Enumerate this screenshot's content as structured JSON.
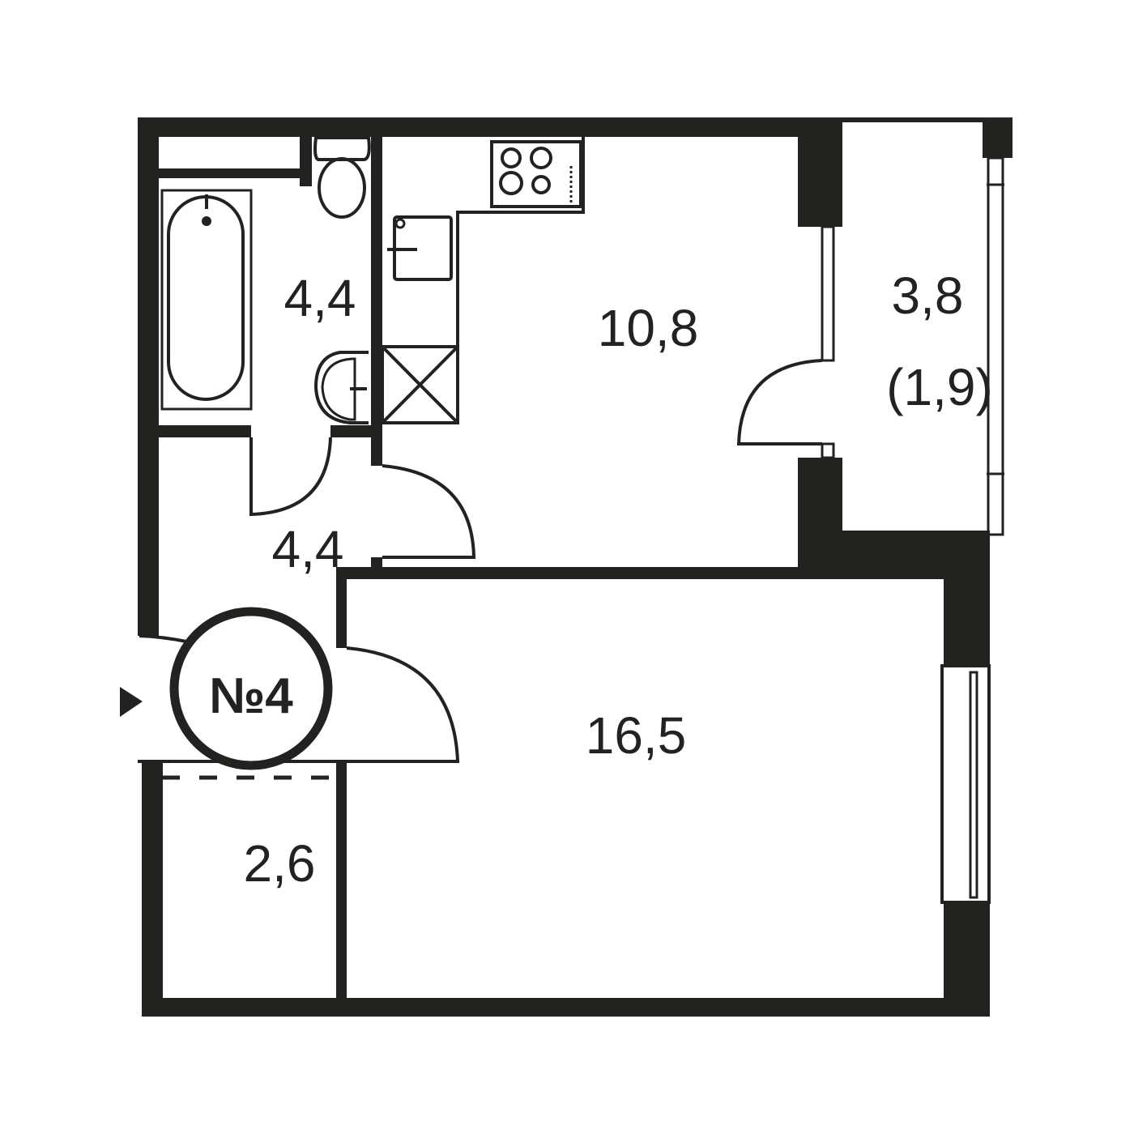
{
  "plan": {
    "apartment_number": "№4",
    "rooms": {
      "bathroom": "4,4",
      "kitchen": "10,8",
      "balcony": "3,8",
      "balcony_reduced": "(1,9)",
      "hall": "4,4",
      "living_room": "16,5",
      "storage": "2,6"
    },
    "colors": {
      "wall": "#222220",
      "background": "#ffffff"
    }
  }
}
